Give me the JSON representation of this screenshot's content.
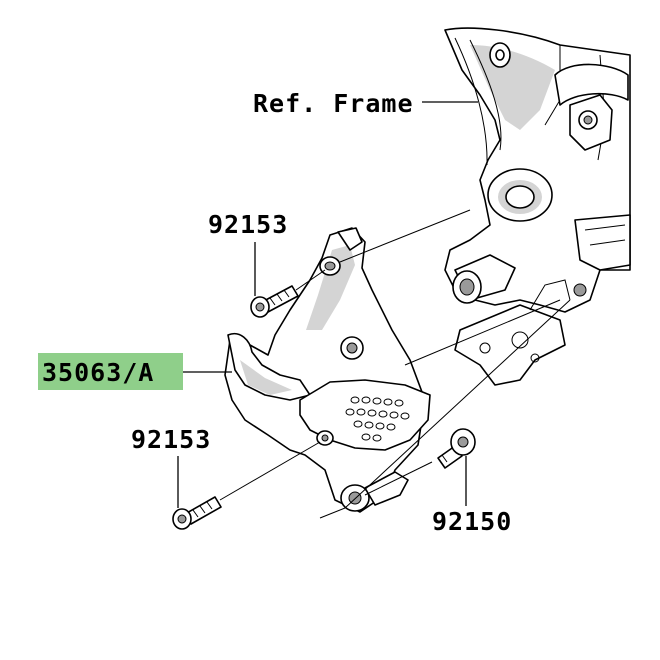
{
  "labels": {
    "ref_frame": "Ref. Frame",
    "bolt_upper": "92153",
    "bolt_lower": "92153",
    "bolt_right": "92150",
    "part_main": "35063/A"
  },
  "colors": {
    "highlight": "#8fcf8a",
    "line": "#000000",
    "shade": "#d4d4d4"
  }
}
